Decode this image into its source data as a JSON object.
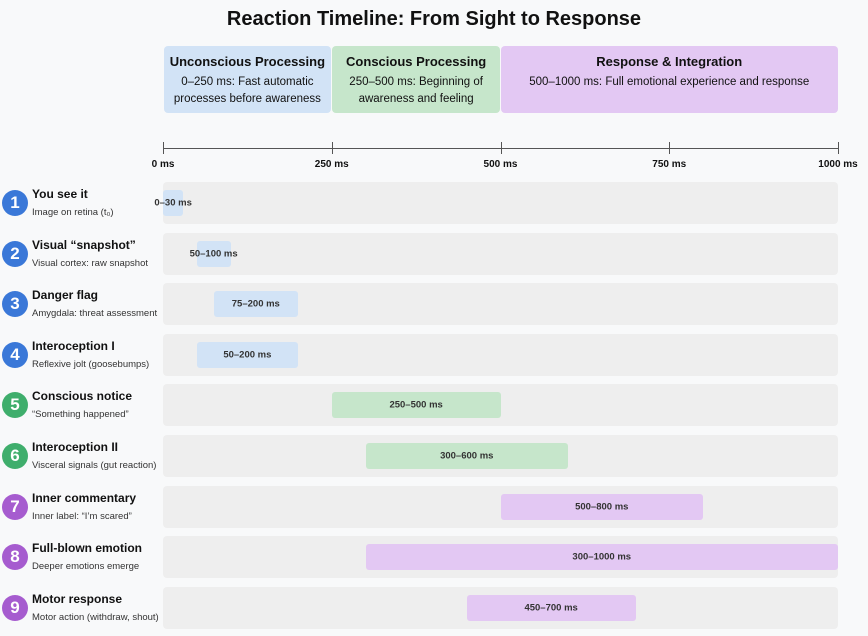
{
  "title": "Reaction Timeline: From Sight to Response",
  "colors": {
    "unconscious": "#d2e3f6",
    "conscious": "#c6e6cb",
    "response": "#e3c8f3",
    "num_blue": "#3a78d8",
    "num_green": "#3fae6c",
    "num_purple": "#a65ccf"
  },
  "phases": [
    {
      "title": "Unconscious Processing",
      "desc": "0–250 ms: Fast automatic processes before awareness",
      "start": 0,
      "end": 250,
      "group": "unconscious"
    },
    {
      "title": "Conscious Processing",
      "desc": "250–500 ms: Beginning of awareness and feeling",
      "start": 250,
      "end": 500,
      "group": "conscious"
    },
    {
      "title": "Response & Integration",
      "desc": "500–1000 ms: Full emotional experience and response",
      "start": 500,
      "end": 1000,
      "group": "response"
    }
  ],
  "chart_data": {
    "type": "bar",
    "title": "Reaction Timeline: From Sight to Response",
    "x_unit": "ms",
    "xlim": [
      0,
      1000
    ],
    "ticks": [
      {
        "value": 0,
        "label": "0 ms"
      },
      {
        "value": 250,
        "label": "250 ms"
      },
      {
        "value": 500,
        "label": "500 ms"
      },
      {
        "value": 750,
        "label": "750 ms"
      },
      {
        "value": 1000,
        "label": "1000 ms"
      }
    ],
    "steps": [
      {
        "num": "1",
        "title": "You see it",
        "sub": "Image on retina (t₀)",
        "start": 0,
        "end": 30,
        "label": "0–30 ms",
        "group": "unconscious"
      },
      {
        "num": "2",
        "title": "Visual “snapshot”",
        "sub": "Visual cortex: raw snapshot",
        "start": 50,
        "end": 100,
        "label": "50–100 ms",
        "group": "unconscious"
      },
      {
        "num": "3",
        "title": "Danger flag",
        "sub": "Amygdala: threat assessment",
        "start": 75,
        "end": 200,
        "label": "75–200 ms",
        "group": "unconscious"
      },
      {
        "num": "4",
        "title": "Interoception I",
        "sub": "Reflexive jolt (goosebumps)",
        "start": 50,
        "end": 200,
        "label": "50–200 ms",
        "group": "unconscious"
      },
      {
        "num": "5",
        "title": "Conscious notice",
        "sub": "“Something happened”",
        "start": 250,
        "end": 500,
        "label": "250–500 ms",
        "group": "conscious"
      },
      {
        "num": "6",
        "title": "Interoception II",
        "sub": "Visceral signals (gut reaction)",
        "start": 300,
        "end": 600,
        "label": "300–600 ms",
        "group": "conscious"
      },
      {
        "num": "7",
        "title": "Inner commentary",
        "sub": "Inner label: “I’m scared”",
        "start": 500,
        "end": 800,
        "label": "500–800 ms",
        "group": "response"
      },
      {
        "num": "8",
        "title": "Full-blown emotion",
        "sub": "Deeper emotions emerge",
        "start": 300,
        "end": 1000,
        "label": "300–1000 ms",
        "group": "response"
      },
      {
        "num": "9",
        "title": "Motor response",
        "sub": "Motor action (withdraw, shout)",
        "start": 450,
        "end": 700,
        "label": "450–700 ms",
        "group": "response"
      }
    ]
  }
}
